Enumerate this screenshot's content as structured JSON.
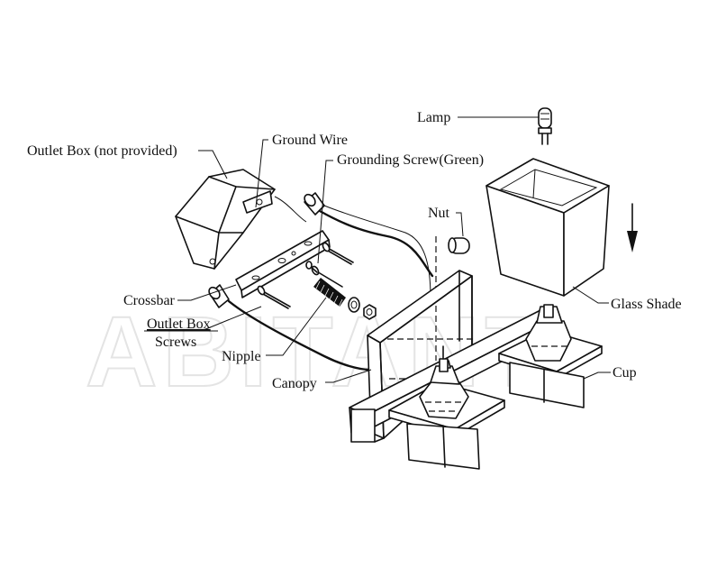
{
  "watermark": "ABITANT",
  "labels": {
    "lamp": "Lamp",
    "outlet_box": "Outlet Box (not provided)",
    "ground_wire": "Ground Wire",
    "grounding_screw": "Grounding Screw(Green)",
    "nut": "Nut",
    "crossbar": "Crossbar",
    "outlet_box_screws_line1": "Outlet Box",
    "outlet_box_screws_line2": "Screws",
    "nipple": "Nipple",
    "canopy": "Canopy",
    "glass_shade": "Glass Shade",
    "cup": "Cup"
  }
}
